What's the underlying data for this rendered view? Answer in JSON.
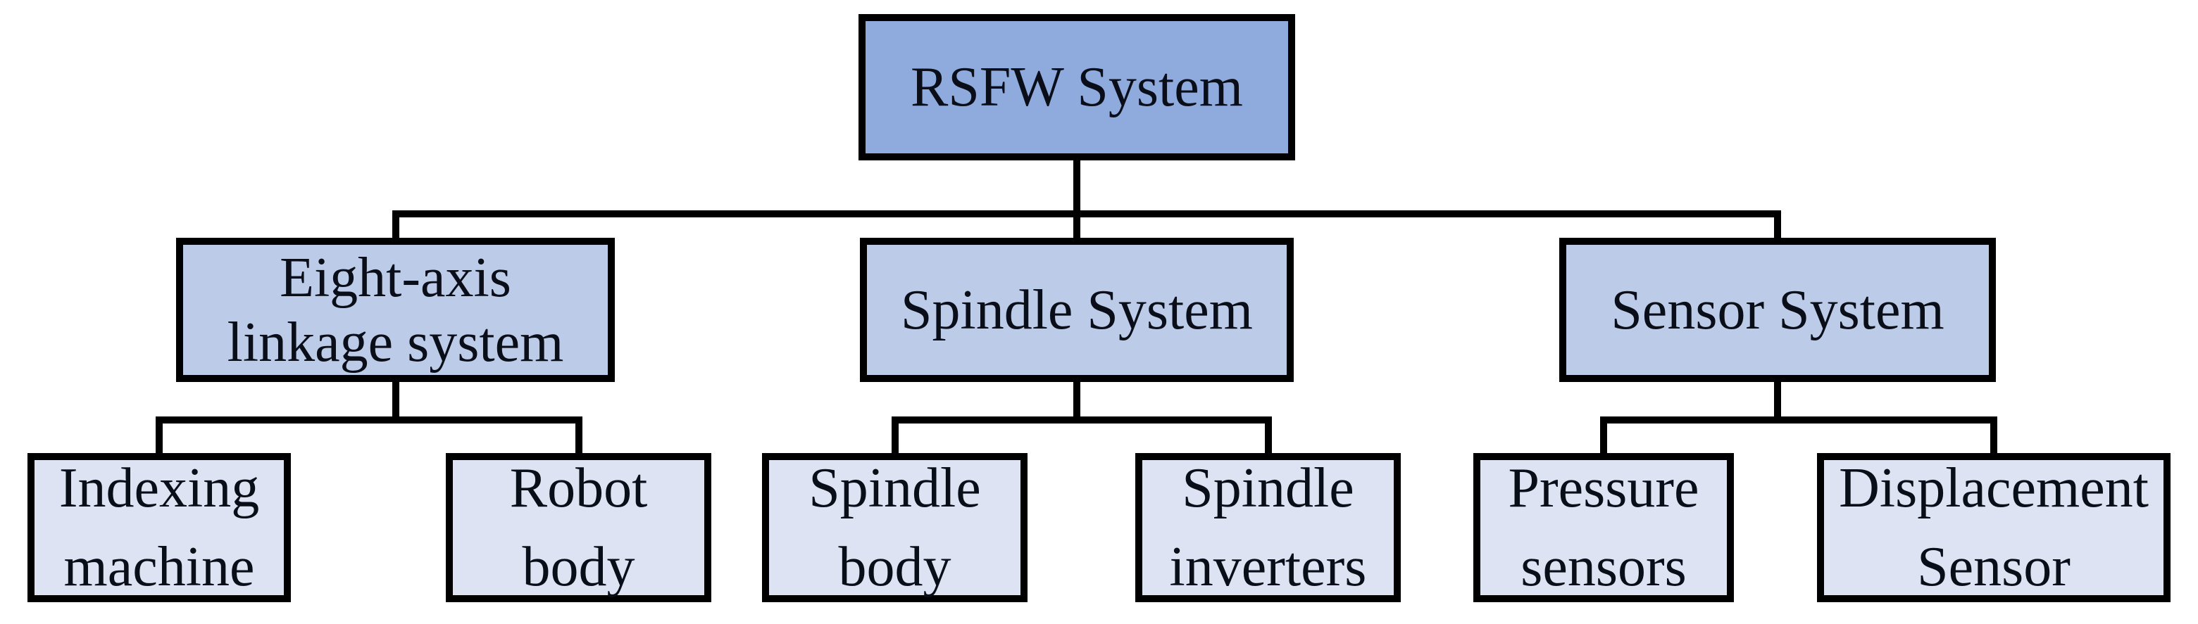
{
  "diagram": {
    "type": "org-chart",
    "title": "RSFW System hierarchy",
    "background": "#ffffff",
    "colors": {
      "root_fill": "#8faadc",
      "level2_fill": "#bccbe8",
      "level3_fill": "#dde3f2",
      "border": "#000000",
      "connector": "#000000",
      "text": "#0a0e18"
    },
    "tree": {
      "label": "RSFW System",
      "lines": [
        "RSFW System"
      ],
      "children": [
        {
          "label": "Eight-axis linkage system",
          "lines": [
            "Eight-axis",
            "linkage system"
          ],
          "children": [
            {
              "label": "Indexing machine",
              "lines": [
                "Indexing",
                "machine"
              ]
            },
            {
              "label": "Robot body",
              "lines": [
                "Robot",
                "body"
              ]
            }
          ]
        },
        {
          "label": "Spindle System",
          "lines": [
            "Spindle System"
          ],
          "children": [
            {
              "label": "Spindle body",
              "lines": [
                "Spindle",
                "body"
              ]
            },
            {
              "label": "Spindle inverters",
              "lines": [
                "Spindle",
                "inverters"
              ]
            }
          ]
        },
        {
          "label": "Sensor System",
          "lines": [
            "Sensor System"
          ],
          "children": [
            {
              "label": "Pressure sensors",
              "lines": [
                "Pressure",
                "sensors"
              ]
            },
            {
              "label": "Displacement Sensor",
              "lines": [
                "Displacement",
                "Sensor"
              ]
            }
          ]
        }
      ]
    }
  }
}
